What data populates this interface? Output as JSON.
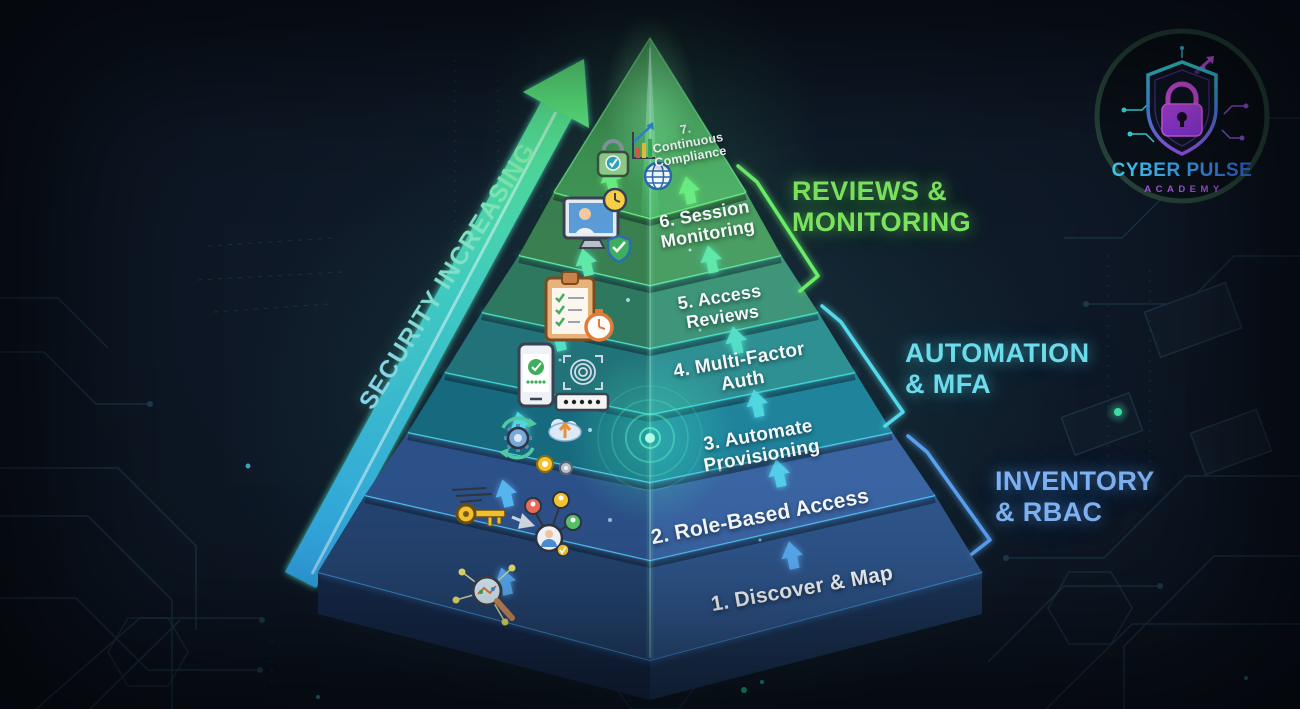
{
  "security_axis": {
    "label": "SECURITY INCREASING"
  },
  "levels": [
    {
      "num": "1",
      "label": "1. Discover & Map",
      "icons": [
        "network-discovery-magnifier-icon"
      ]
    },
    {
      "num": "2",
      "label": "2. Role-Based Access",
      "icons": [
        "key-icon",
        "arrow-right-icon",
        "user-group-icon",
        "check-badge-icon"
      ]
    },
    {
      "num": "3",
      "label": "3. Automate\nProvisioning",
      "icons": [
        "sync-arrows-icon",
        "gear-icon",
        "cloud-upload-icon",
        "gears-icon"
      ]
    },
    {
      "num": "4",
      "label": "4. Multi-Factor\nAuth",
      "icons": [
        "phone-verified-icon",
        "fingerprint-icon",
        "password-field-icon"
      ]
    },
    {
      "num": "5",
      "label": "5. Access\nReviews",
      "icons": [
        "checklist-clipboard-icon",
        "stopwatch-icon"
      ]
    },
    {
      "num": "6",
      "label": "6. Session\nMonitoring",
      "icons": [
        "monitor-user-icon",
        "clock-icon",
        "shield-check-icon"
      ]
    },
    {
      "num": "7",
      "label": "7.\nContinuous\nCompliance",
      "icons": [
        "lock-check-icon",
        "growth-chart-icon",
        "globe-icon"
      ]
    }
  ],
  "groups": [
    {
      "label": "REVIEWS &\nMONITORING",
      "color": "#7ce35f"
    },
    {
      "label": "AUTOMATION\n& MFA",
      "color": "#6cdcec"
    },
    {
      "label": "INVENTORY\n& RBAC",
      "color": "#7fb2f4"
    }
  ],
  "logo": {
    "brand": "CYBER PULSE",
    "subtitle": "ACADEMY"
  },
  "colors": {
    "level1_face": "#2e5489",
    "level2_face": "#3a64a2",
    "level3_face": "#20839c",
    "level4_face": "#2f9094",
    "level5_face": "#3e9579",
    "level6_face": "#4a9e63",
    "level7_face": "#4fb269",
    "arrow_bottom": "#2f9fe0",
    "arrow_top": "#5ce87f",
    "glow_green": "#6aee6a",
    "glow_cyan": "#55d8ea",
    "glow_blue": "#5aa0f0"
  }
}
